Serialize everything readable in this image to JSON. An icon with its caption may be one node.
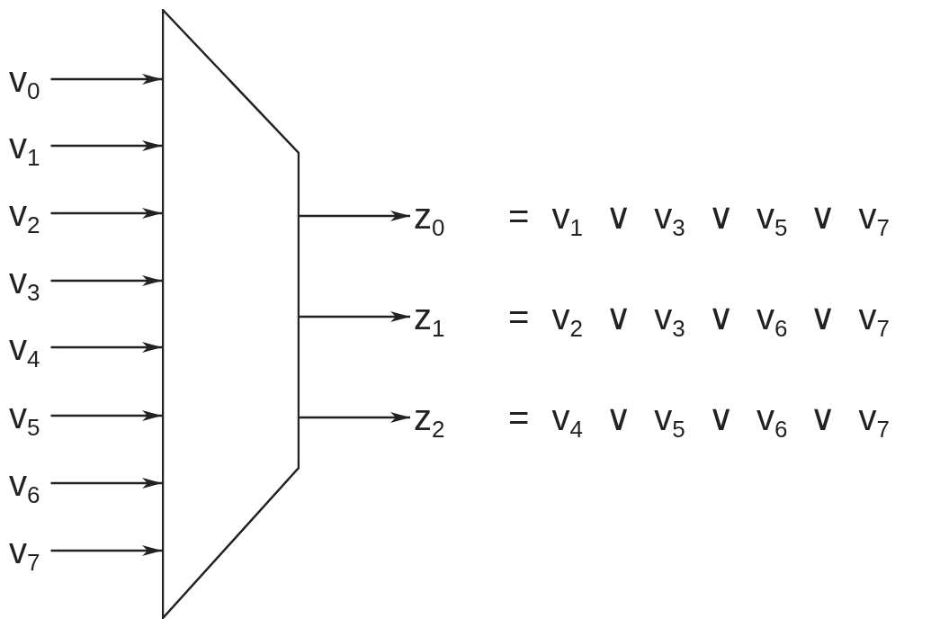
{
  "diagram": {
    "nodes": [
      {
        "text": [
          "v$_{0}$"
        ]
      },
      {
        "text": [
          "v$_{1}$"
        ]
      },
      {
        "text": [
          "v$_{2}$"
        ]
      },
      {
        "text": [
          "v$_{3}$"
        ]
      },
      {
        "text": [
          "v$_{4}$"
        ]
      },
      {
        "text": [
          "v$_{5}$"
        ]
      },
      {
        "text": [
          "v$_{6}$"
        ]
      },
      {
        "text": [
          "v$_{7}$"
        ]
      },
      {
        "text": [],
        "shape": "trapezoid"
      },
      {
        "text": [
          "z$_{0}$"
        ],
        "beside": [
          "= v$_{1}$ ∨ v$_{3}$ ∨ v$_{5}$ ∨ v$_{7}$"
        ]
      },
      {
        "text": [
          "z$_{1}$"
        ],
        "beside": [
          "= v$_{2}$ ∨ v$_{3}$ ∨ v$_{6}$ ∨ v$_{7}$"
        ]
      },
      {
        "text": [
          "z$_{2}$"
        ],
        "beside": [
          "= v$_{4}$ ∨ v$_{5}$ ∨ v$_{6}$ ∨ v$_{7}$"
        ]
      }
    ],
    "edges": [
      {
        "from": 0,
        "to": 8,
        "arrow": "to"
      },
      {
        "from": 1,
        "to": 8,
        "arrow": "to"
      },
      {
        "from": 2,
        "to": 8,
        "arrow": "to"
      },
      {
        "from": 3,
        "to": 8,
        "arrow": "to"
      },
      {
        "from": 4,
        "to": 8,
        "arrow": "to"
      },
      {
        "from": 5,
        "to": 8,
        "arrow": "to"
      },
      {
        "from": 6,
        "to": 8,
        "arrow": "to"
      },
      {
        "from": 7,
        "to": 8,
        "arrow": "to"
      },
      {
        "from": 8,
        "to": 9,
        "arrow": "to"
      },
      {
        "from": 8,
        "to": 10,
        "arrow": "to"
      },
      {
        "from": 8,
        "to": 11,
        "arrow": "to"
      }
    ]
  }
}
